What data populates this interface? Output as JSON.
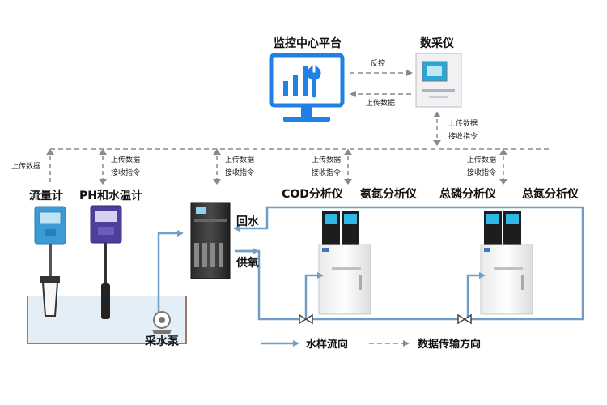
{
  "title": "监控中心平台",
  "daq": "数采仪",
  "link": {
    "reverse_control": "反控",
    "upload_data": "上传数据"
  },
  "bus": {
    "daq_upload": "上传数据",
    "daq_receive": "接收指令",
    "flow_upload": "上传数据",
    "ph_upload": "上传数据",
    "ph_receive": "接收指令",
    "pre_upload": "上传数据",
    "pre_receive": "接收指令",
    "cod_upload": "上传数据",
    "cod_receive": "接收指令",
    "tp_upload": "上传数据",
    "tp_receive": "接收指令"
  },
  "devices": {
    "flowmeter": "流量计",
    "ph_meter": "PH和水温计",
    "cod": "COD分析仪",
    "ammonia": "氨氮分析仪",
    "phosphorus": "总磷分析仪",
    "nitrogen": "总氮分析仪",
    "pump": "采水泵"
  },
  "pipes": {
    "return_water": "回水",
    "supply_water": "供氧"
  },
  "legend": {
    "sample_flow": "水样流向",
    "data_flow": "数据传输方向"
  },
  "colors": {
    "pipe": "#6f9fc8",
    "data_line": "#8a8a8a",
    "monitor_blue": "#1f80e6",
    "water": "#e3eef7"
  }
}
